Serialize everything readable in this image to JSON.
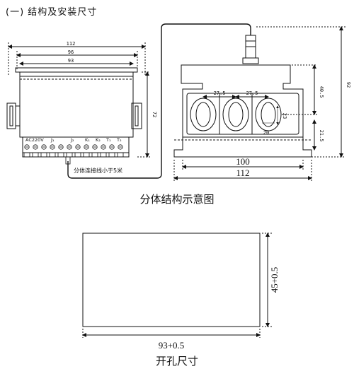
{
  "heading": "(一) 结构及安装尺寸",
  "left_view": {
    "dim_112": "112",
    "dim_96": "96",
    "dim_93": "93",
    "dim_72": "72",
    "terminals": [
      "AC220V",
      "J₁",
      "J₂",
      "K₁",
      "K₂",
      "T₁",
      "T₂"
    ],
    "cable_note": "分体连接线小于5米"
  },
  "right_view": {
    "dim_27_5_a": "27.5",
    "dim_27_5_b": "27.5",
    "dim_40_5": "40.5",
    "dim_92": "92",
    "dim_21_5": "21.5",
    "dim_23": "23",
    "dim_20": "20",
    "dim_100": "100",
    "dim_112": "112"
  },
  "caption_structure": "分体结构示意图",
  "cutout": {
    "height_label": "45+0.5",
    "width_label": "93+0.5",
    "caption": "开孔尺寸"
  }
}
